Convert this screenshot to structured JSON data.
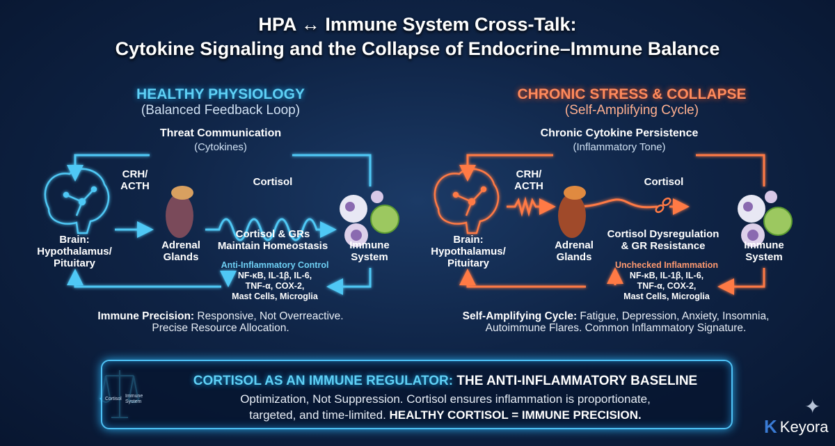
{
  "title": {
    "line1": "HPA ↔ Immune System Cross-Talk:",
    "line2": "Cytokine Signaling and the Collapse of Endocrine–Immune Balance"
  },
  "healthy": {
    "heading": "HEALTHY PHYSIOLOGY",
    "subheading": "(Balanced Feedback Loop)",
    "top_loop": "Threat Communication",
    "top_loop_sub": "(Cytokines)",
    "crh": "CRH/",
    "acth": "ACTH",
    "cortisol": "Cortisol",
    "brain": [
      "Brain:",
      "Hypothalamus/",
      "Pituitary"
    ],
    "adrenal": [
      "Adrenal",
      "Glands"
    ],
    "middle": [
      "Cortisol & GRs",
      "Maintain Homeostasis"
    ],
    "immune": [
      "Immune",
      "System"
    ],
    "control": "Anti-Inflammatory Control",
    "targets": [
      "NF-κB, IL-1β, IL-6,",
      "TNF-α, COX-2,",
      "Mast Cells, Microglia"
    ],
    "summary_bold": "Immune Precision:",
    "summary_rest": " Responsive, Not Overreactive.",
    "summary_line2": "Precise Resource Allocation.",
    "color": "#4fc8f5"
  },
  "stress": {
    "heading": "CHRONIC STRESS & COLLAPSE",
    "subheading": "(Self-Amplifying Cycle)",
    "top_loop": "Chronic Cytokine Persistence",
    "top_loop_sub": "(Inflammatory Tone)",
    "crh": "CRH/",
    "acth": "ACTH",
    "cortisol": "Cortisol",
    "brain": [
      "Brain:",
      "Hypothalamus/",
      "Pituitary"
    ],
    "adrenal": [
      "Adrenal",
      "Glands"
    ],
    "middle": [
      "Cortisol Dysregulation",
      "& GR Resistance"
    ],
    "immune": [
      "Immune",
      "System"
    ],
    "control": "Unchecked Inflammation",
    "targets": [
      "NF-κB, IL-1β, IL-6,",
      "TNF-α, COX-2,",
      "Mast Cells, Microglia"
    ],
    "summary_bold": "Self-Amplifying Cycle:",
    "summary_rest": " Fatigue, Depression, Anxiety, Insomnia,",
    "summary_line2": "Autoimmune Flares. Common Inflammatory Signature.",
    "color": "#ff7a45"
  },
  "baseline": {
    "heading_accent": "CORTISOL AS AN IMMUNE REGULATOR:",
    "heading_rest": " THE ANTI-INFLAMMATORY BASELINE",
    "line1": "Optimization, Not Suppression. Cortisol ensures inflammation is proportionate,",
    "line2_plain": "targeted, and time-limited. ",
    "line2_bold": "HEALTHY CORTISOL = IMMUNE PRECISION.",
    "scale_left": "Cortisol",
    "scale_right": "Immune System"
  },
  "logo": {
    "mark": "K",
    "name": "Keyora"
  }
}
